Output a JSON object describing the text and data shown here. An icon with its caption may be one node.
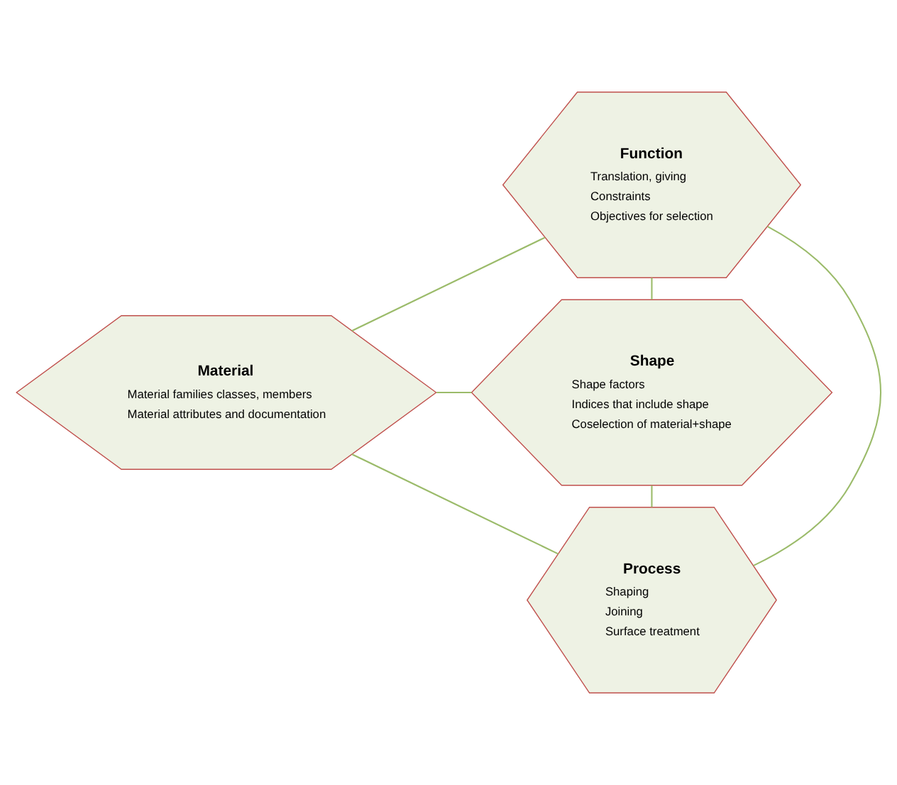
{
  "diagram": {
    "nodes": [
      {
        "text": [
          "Function",
          "Translation, giving",
          "Constraints",
          "Objectives for selection"
        ]
      },
      {
        "text": [
          "Material",
          "Material families classes, members",
          "Material attributes and documentation"
        ]
      },
      {
        "text": [
          "Shape",
          "Shape factors",
          "Indices that include shape",
          "Coselection of material+shape"
        ]
      },
      {
        "text": [
          "Process",
          "Shaping",
          "Joining",
          "Surface treatment"
        ]
      }
    ],
    "edges": [
      {
        "from": 0,
        "to": 1,
        "arrow": "none"
      },
      {
        "from": 0,
        "to": 2,
        "arrow": "none"
      },
      {
        "from": 0,
        "to": 3,
        "arrow": "none"
      },
      {
        "from": 1,
        "to": 2,
        "arrow": "none"
      },
      {
        "from": 1,
        "to": 3,
        "arrow": "none"
      },
      {
        "from": 2,
        "to": 3,
        "arrow": "none"
      }
    ]
  }
}
